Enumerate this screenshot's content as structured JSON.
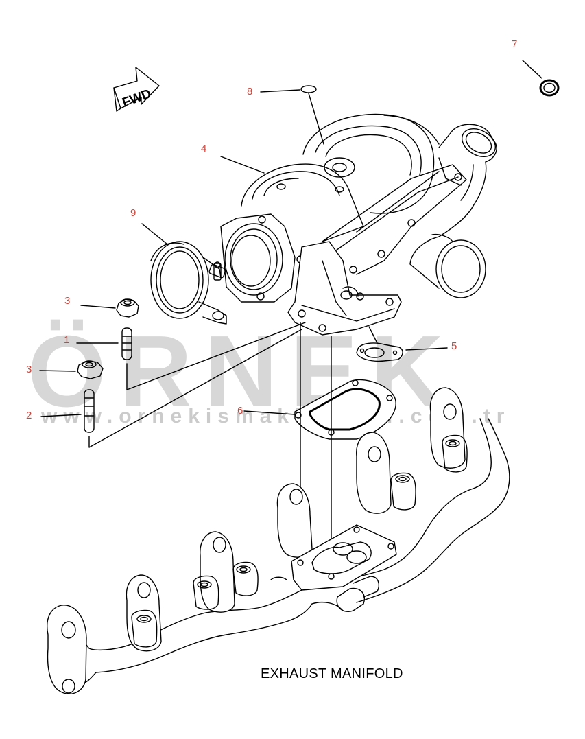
{
  "figure": {
    "caption": "EXHAUST MANIFOLD",
    "direction_label": "FWD",
    "watermark": "ÖRNEK",
    "watermark_url": "www.ornekismakinalari.com.tr",
    "callout_color": "#c8463c",
    "line_color": "#000000"
  },
  "callouts": [
    {
      "id": "c7",
      "text": "7"
    },
    {
      "id": "c8",
      "text": "8"
    },
    {
      "id": "c4",
      "text": "4"
    },
    {
      "id": "c9",
      "text": "9"
    },
    {
      "id": "c3a",
      "text": "3"
    },
    {
      "id": "c1",
      "text": "1"
    },
    {
      "id": "c3b",
      "text": "3"
    },
    {
      "id": "c2",
      "text": "2"
    },
    {
      "id": "c5",
      "text": "5"
    },
    {
      "id": "c6",
      "text": "6"
    }
  ],
  "icons": {
    "direction": "fwd-arrow-icon"
  }
}
